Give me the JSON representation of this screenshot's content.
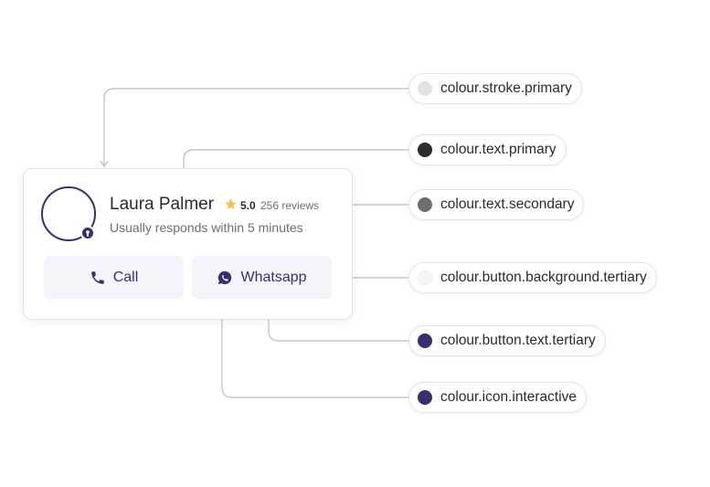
{
  "profile": {
    "name": "Laura Palmer",
    "rating": "5.0",
    "reviews": "256 reviews",
    "subtitle": "Usually responds within 5 minutes"
  },
  "buttons": {
    "call_label": "Call",
    "whatsapp_label": "Whatsapp"
  },
  "tokens": [
    {
      "label": "colour.stroke.primary",
      "color": "#e3e3e6"
    },
    {
      "label": "colour.text.primary",
      "color": "#2b2b2b"
    },
    {
      "label": "colour.text.secondary",
      "color": "#6e6e72"
    },
    {
      "label": "colour.button.background.tertiary",
      "color": "#f5f4fa"
    },
    {
      "label": "colour.button.text.tertiary",
      "color": "#3b2e6e"
    },
    {
      "label": "colour.icon.interactive",
      "color": "#3b2e6e"
    }
  ],
  "icons": {
    "call": "phone-icon",
    "whatsapp": "whatsapp-icon",
    "rating": "star-icon",
    "badge": "verified-badge-icon"
  },
  "colors": {
    "primary": "#3b2e6e",
    "star": "#f2c14e",
    "connector": "#bdbdc2"
  }
}
